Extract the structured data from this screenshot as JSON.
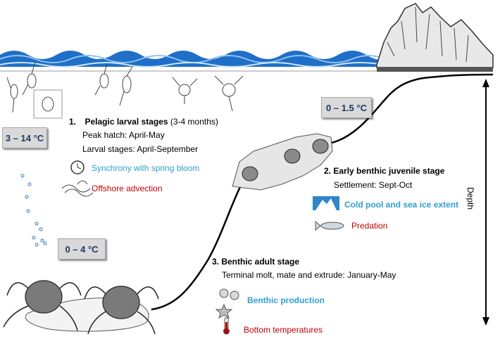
{
  "temperatures": {
    "surface_left": "3 – 14 °C",
    "juvenile": "0 – 1.5 °C",
    "bottom_left": "0 – 4 °C"
  },
  "stage1": {
    "number": "1.",
    "title": "Pelagic larval stages",
    "duration": " (3-4 months)",
    "peak_hatch": "Peak hatch: April-May",
    "larval_stages": "Larval stages: April-September",
    "factor_blue": "Synchrony with spring bloom",
    "factor_red": "Offshore advection"
  },
  "stage2": {
    "title": "2. Early benthic juvenile stage",
    "settlement": "Settlement: Sept-Oct",
    "factor_blue": "Cold pool and sea ice extent",
    "factor_red": "Predation"
  },
  "stage3": {
    "title": "3. Benthic adult stage",
    "detail": "Terminal molt, mate and extrude: January-May",
    "factor_blue": "Benthic production",
    "factor_red": "Bottom temperatures"
  },
  "axis": {
    "depth_label": "Depth"
  },
  "icons": [
    "clock-icon",
    "wave-icon",
    "iceberg-icon",
    "fish-icon",
    "shells-icon",
    "thermometer-icon",
    "crab-icon",
    "larva-icon",
    "mountain-icon"
  ],
  "colors": {
    "water": "#1f6fc8",
    "blue_text": "#2e9fd0",
    "red_text": "#c00000",
    "temp_text": "#1f3864"
  }
}
